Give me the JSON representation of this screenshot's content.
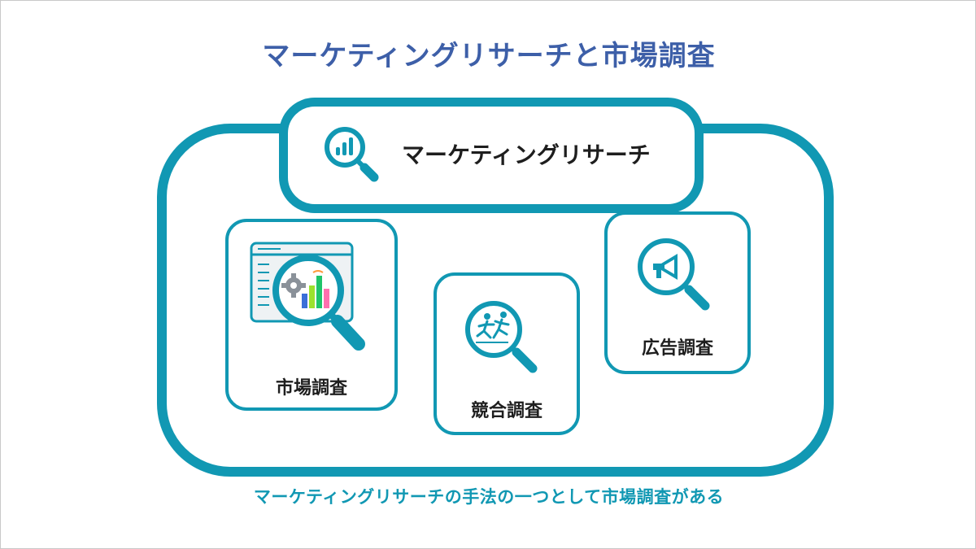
{
  "title": "マーケティングリサーチと市場調査",
  "header": {
    "label": "マーケティングリサーチ",
    "icon": "magnifier-bar-chart-icon"
  },
  "cards": [
    {
      "label": "市場調査",
      "icon": "magnifier-analytics-icon"
    },
    {
      "label": "競合調査",
      "icon": "magnifier-runners-icon"
    },
    {
      "label": "広告調査",
      "icon": "magnifier-megaphone-icon"
    }
  ],
  "caption": "マーケティングリサーチの手法の一つとして市場調査がある",
  "colors": {
    "title": "#3d5fa8",
    "accent": "#1198b3",
    "text": "#1e1e1e"
  }
}
